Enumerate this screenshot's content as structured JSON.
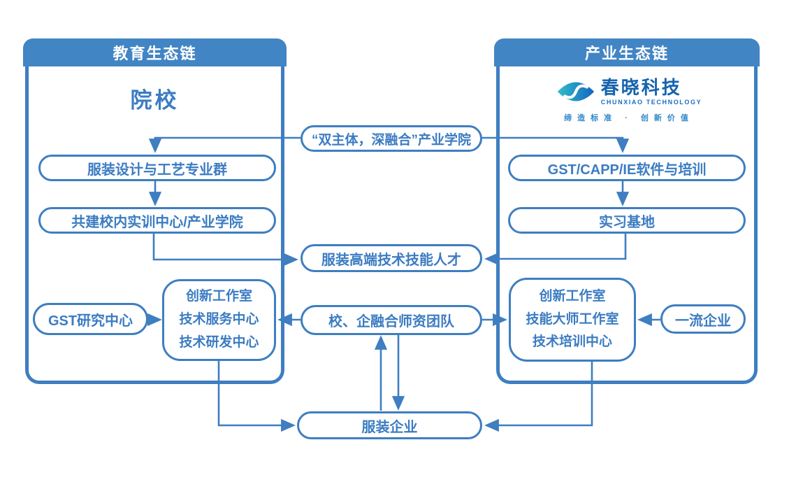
{
  "diagram": {
    "left_panel": {
      "header": "教育生态链",
      "title": "院校",
      "major_group": "服装设计与工艺专业群",
      "training_center": "共建校内实训中心/产业学院",
      "gst_research": "GST研究中心",
      "studio_lines": [
        "创新工作室",
        "技术服务中心",
        "技术研发中心"
      ]
    },
    "right_panel": {
      "header": "产业生态链",
      "logo": {
        "name": "春晓科技",
        "name_en": "CHUNXIAO TECHNOLOGY",
        "slogan": "缔造标准 · 创新价值"
      },
      "software_training": "GST/CAPP/IE软件与培训",
      "internship_base": "实习基地",
      "studio_lines": [
        "创新工作室",
        "技能大师工作室",
        "技术培训中心"
      ],
      "top_enterprise": "一流企业"
    },
    "middle": {
      "industry_college": "“双主体，深融合”产业学院",
      "talent": "服装高端技术技能人才",
      "teacher_team": "校、企融合师资团队",
      "garment_enterprise": "服装企业"
    },
    "colors": {
      "primary_blue": "#3E7EC1",
      "header_fill": "#4285C4",
      "text_blue": "#3B7CC2",
      "logo_dark_blue": "#1463AE",
      "logo_teal": "#30BEC9"
    }
  }
}
